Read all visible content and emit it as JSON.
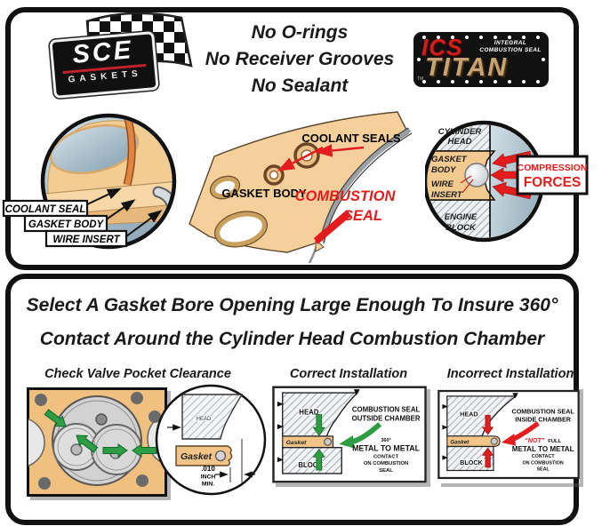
{
  "colors": {
    "panel_border": "#111111",
    "gasket_tan": "#f2c488",
    "gasket_tan_light": "#f5d09a",
    "steel_blue": "#a9bfcb",
    "green": "#2d9c43",
    "red": "#e31d1d",
    "titan_gold": "#c7a274",
    "sce_red_stripe": "#c02027"
  },
  "top_panel": {
    "sce_logo": {
      "name": "SCE",
      "sub": "GASKETS"
    },
    "claims": [
      "No O-rings",
      "No Receiver Grooves",
      "No Sealant"
    ],
    "ics_logo": {
      "acronym": "ICS",
      "tm": "TM",
      "tagline1": "INTEGRAL",
      "tagline2": "COMBUSTION SEAL",
      "product": "TITAN"
    },
    "cross_section": {
      "labels": [
        "COOLANT SEAL",
        "GASKET BODY",
        "WIRE INSERT"
      ]
    },
    "gasket_view": {
      "coolant_seals": "COOLANT SEALS",
      "gasket_body": "GASKET BODY",
      "combustion1": "COMBUSTION",
      "combustion2": "SEAL"
    },
    "stack_view": {
      "cylinder_head1": "CYLINDER",
      "cylinder_head2": "HEAD",
      "gasket_body1": "GASKET",
      "gasket_body2": "BODY",
      "wire_insert1": "WIRE",
      "wire_insert2": "INSERT",
      "engine_block1": "ENGINE",
      "engine_block2": "BLOCK",
      "forces1": "COMPRESSION",
      "forces2": "FORCES"
    }
  },
  "bottom_panel": {
    "headline1": "Select A Gasket Bore Opening Large Enough To Insure 360°",
    "headline2": "Contact Around the Cylinder Head Combustion Chamber",
    "valve_check": {
      "title": "Check Valve Pocket Clearance",
      "head": "HEAD",
      "gasket": "Gasket",
      "dim1": ".010",
      "dim2": "INCH",
      "dim3": "MIN."
    },
    "correct": {
      "title": "Correct Installation",
      "head": "HEAD",
      "gasket": "Gasket",
      "block": "BLOCK",
      "callout1": "COMBUSTION SEAL",
      "callout2": "OUTSIDE CHAMBER",
      "deg": "360°",
      "metal": "METAL TO METAL",
      "contact": "CONTACT",
      "on_combustion": "ON COMBUSTION",
      "seal": "SEAL"
    },
    "incorrect": {
      "title": "Incorrect Installation",
      "head": "HEAD",
      "gasket": "Gasket",
      "block": "BLOCK",
      "callout1": "COMBUSTION SEAL",
      "callout2": "INSIDE CHAMBER",
      "not_word": "“NOT”",
      "full_word": "FULL",
      "metal": "METAL TO METAL",
      "contact": "CONTACT",
      "on_combustion": "ON COMBUSTION",
      "seal": "SEAL"
    }
  }
}
